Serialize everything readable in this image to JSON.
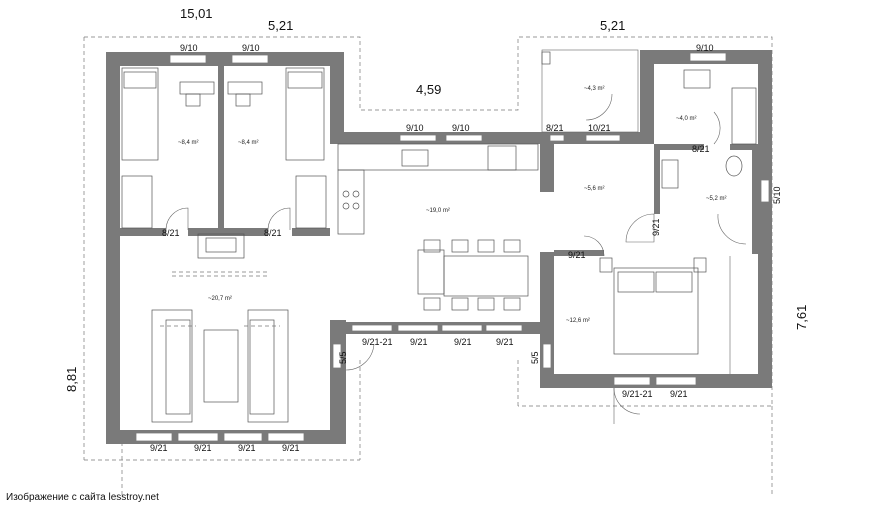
{
  "dimensions": {
    "total_width": "15,01",
    "left_wing_width": "5,21",
    "right_wing_width": "5,21",
    "middle_recess": "4,59",
    "left_height": "8,81",
    "right_height": "7,61",
    "right_wall_window": "5/10"
  },
  "window_labels": {
    "w_top_1": "9/10",
    "w_top_2": "9/10",
    "w_kitchen_1": "9/10",
    "w_kitchen_2": "9/10",
    "w_bath_top": "9/10",
    "w_hall_top_1": "8/21",
    "w_hall_top_2": "10/21",
    "w_bottom_1": "9/21",
    "w_bottom_2": "9/21",
    "w_bottom_3": "9/21",
    "w_bottom_4": "9/21",
    "w_terrace_1": "9/21-21",
    "w_terrace_2": "9/21",
    "w_terrace_3": "9/21",
    "w_terrace_4": "9/21",
    "w_bed_bottom_1": "9/21-21",
    "w_bed_bottom_2": "9/21",
    "side_left": "5/5",
    "side_right": "5/5"
  },
  "door_labels": {
    "d_bedroom_1": "8/21",
    "d_bedroom_2": "8/21",
    "d_bath": "8/21",
    "d_wc": "9/21",
    "d_master": "9/21"
  },
  "areas": {
    "bedroom_1": "~8,4 m²",
    "bedroom_2": "~8,4 m²",
    "living": "~20,7 m²",
    "kitchen_dining": "~19,0 m²",
    "terrace_room": "~4,3 m²",
    "bath": "~4,0 m²",
    "hall": "~5,6 m²",
    "wc": "~5,2 m²",
    "master_bedroom": "~12,6 m²"
  },
  "credit": "Изображение с сайта lesstroy.net"
}
